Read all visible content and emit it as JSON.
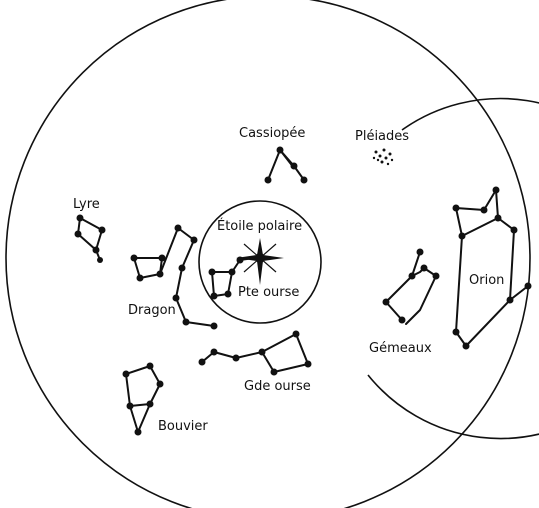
{
  "labels": {
    "polaris": "Étoile polaire",
    "little_dipper": "Pte ourse",
    "cassiopeia": "Cassiopée",
    "pleiades": "Pléiades",
    "lyra": "Lyre",
    "draco": "Dragon",
    "gemini": "Gémeaux",
    "orion": "Orion",
    "big_dipper": "Gde ourse",
    "bootes": "Bouvier"
  },
  "colors": {
    "ink": "#111111",
    "background": "#ffffff"
  }
}
